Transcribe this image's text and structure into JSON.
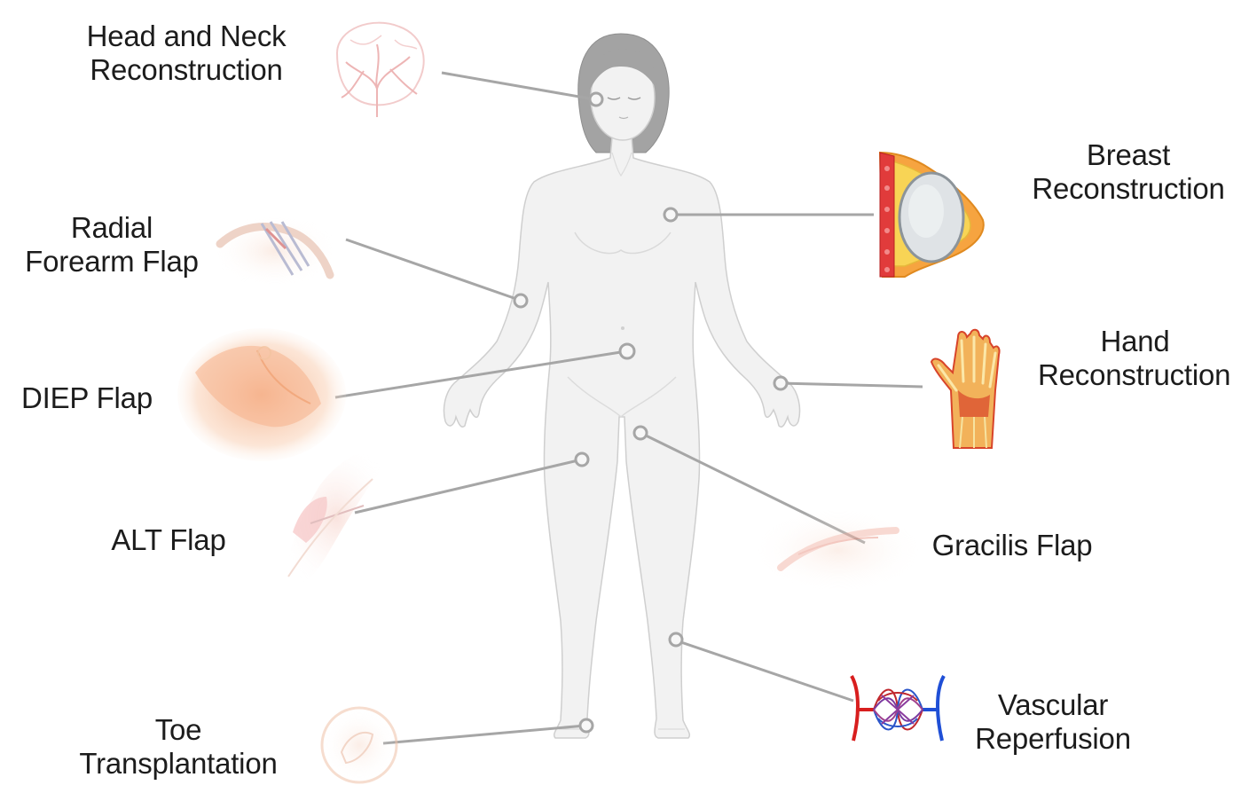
{
  "labels": {
    "head_neck": [
      "Head and Neck",
      "Reconstruction"
    ],
    "radial": [
      "Radial",
      "Forearm Flap"
    ],
    "diep": [
      "DIEP Flap"
    ],
    "alt": [
      "ALT Flap"
    ],
    "toe": [
      "Toe",
      "Transplantation"
    ],
    "breast": [
      "Breast",
      "Reconstruction"
    ],
    "hand": [
      "Hand",
      "Reconstruction"
    ],
    "gracilis": [
      "Gracilis Flap"
    ],
    "vascular": [
      "Vascular",
      "Reperfusion"
    ]
  },
  "colors": {
    "body_fill": "#f2f2f2",
    "body_stroke": "#d0d0d0",
    "hair": "#9e9e9e",
    "leader_line": "#a6a6a6",
    "artery_red": "#d81e1e",
    "vein_blue": "#1f4fd6",
    "tissue_orange": "#f2a24a",
    "tissue_yellow": "#f6d24b"
  },
  "icons": [
    "brain-vessels-icon",
    "forearm-flap-icon",
    "diep-flap-icon",
    "alt-flap-icon",
    "toe-icon",
    "breast-section-icon",
    "hand-skeleton-icon",
    "gracilis-flap-icon",
    "vascular-network-icon"
  ]
}
